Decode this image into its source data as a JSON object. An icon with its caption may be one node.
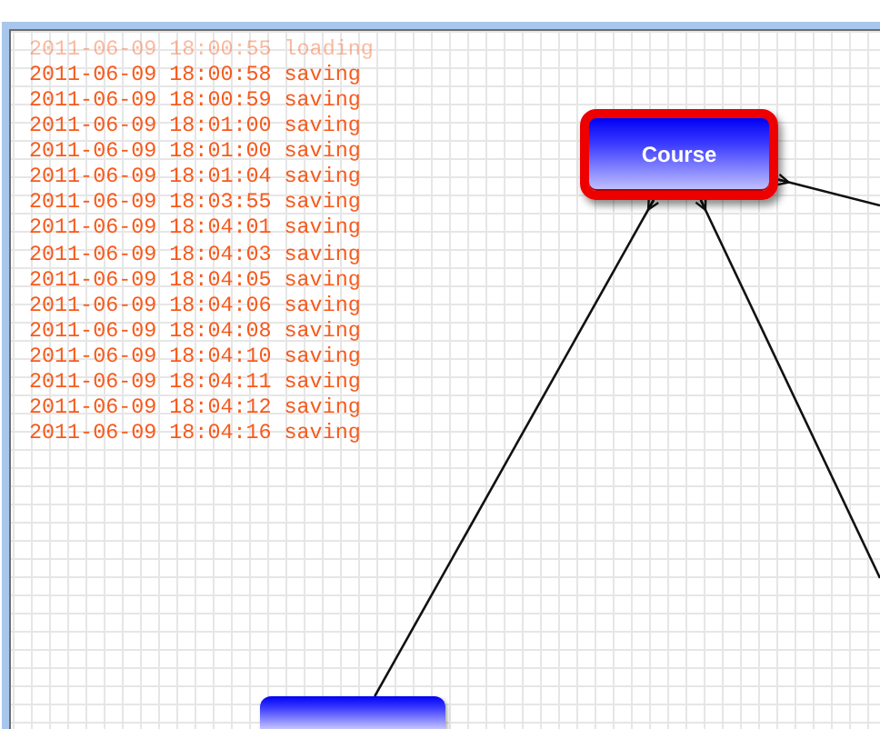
{
  "diagram": {
    "nodes": [
      {
        "text": [
          "Course"
        ]
      },
      {
        "text": [],
        "shape": "box"
      }
    ],
    "edges": [
      {
        "from": 1,
        "to": 0,
        "arrow": "other"
      },
      {
        "from": null,
        "to": 0,
        "arrow": "other"
      },
      {
        "from": null,
        "to": 0,
        "arrow": "other"
      }
    ],
    "labels": [
      "2011-06-09 18:00:55 loading",
      "2011-06-09 18:00:58 saving",
      "2011-06-09 18:00:59 saving",
      "2011-06-09 18:01:00 saving",
      "2011-06-09 18:01:00 saving",
      "2011-06-09 18:01:04 saving",
      "2011-06-09 18:03:55 saving",
      "2011-06-09 18:04:01 saving",
      "2011-06-09 18:04:03 saving",
      "2011-06-09 18:04:05 saving",
      "2011-06-09 18:04:06 saving",
      "2011-06-09 18:04:08 saving",
      "2011-06-09 18:04:10 saving",
      "2011-06-09 18:04:11 saving",
      "2011-06-09 18:04:12 saving",
      "2011-06-09 18:04:16 saving"
    ]
  }
}
